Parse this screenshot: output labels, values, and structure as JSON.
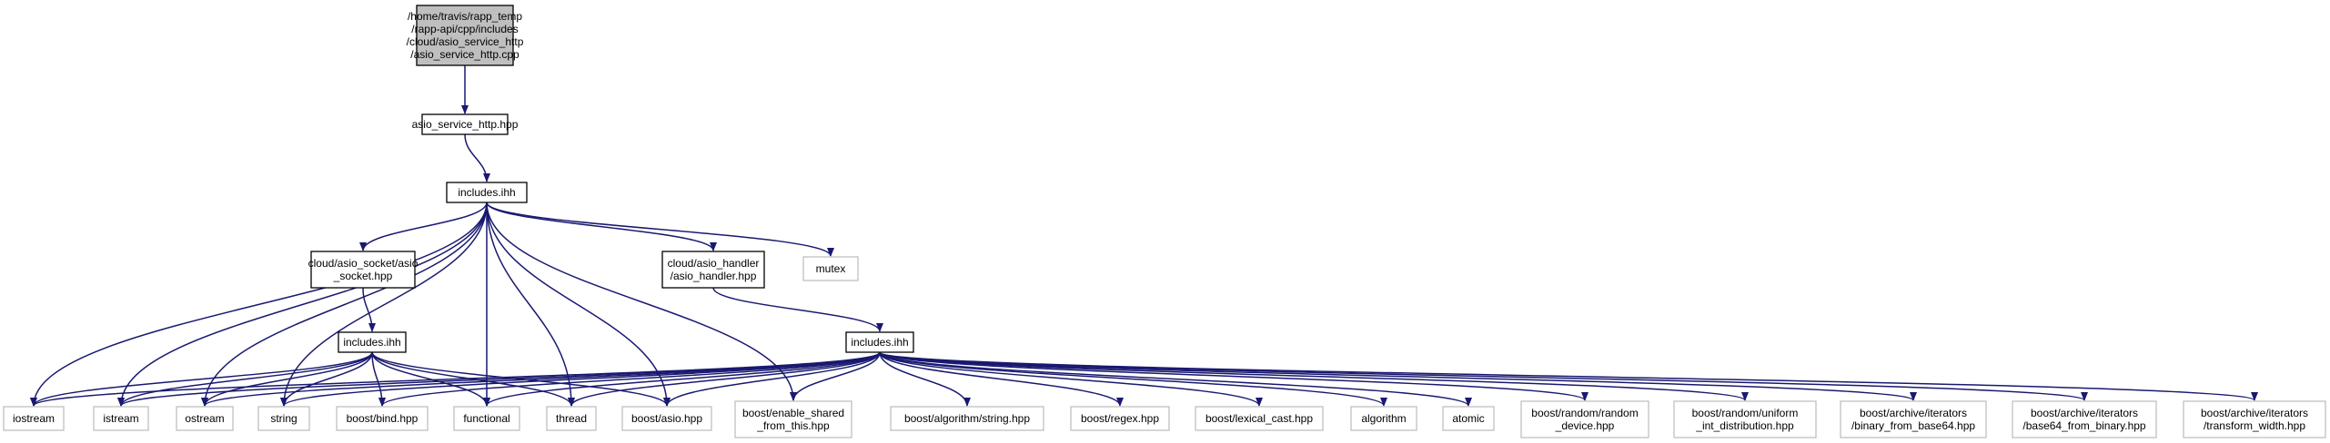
{
  "nodes": [
    {
      "id": "root",
      "lines": [
        "/home/travis/rapp_temp",
        "/rapp-api/cpp/includes",
        "/cloud/asio_service_http",
        "/asio_service_http.cpp"
      ],
      "fill": "#bfbfbf",
      "style": "main"
    },
    {
      "id": "hpp",
      "lines": [
        "asio_service_http.hpp"
      ],
      "fill": "#ffffff",
      "style": "main"
    },
    {
      "id": "inc1",
      "lines": [
        "includes.ihh"
      ],
      "fill": "#ffffff",
      "style": "main"
    },
    {
      "id": "sock",
      "lines": [
        "cloud/asio_socket/asio",
        "_socket.hpp"
      ],
      "fill": "#ffffff",
      "style": "main"
    },
    {
      "id": "handler",
      "lines": [
        "cloud/asio_handler",
        "/asio_handler.hpp"
      ],
      "fill": "#ffffff",
      "style": "main"
    },
    {
      "id": "mutex",
      "lines": [
        "mutex"
      ],
      "fill": "#ffffff",
      "style": "ext"
    },
    {
      "id": "inc2",
      "lines": [
        "includes.ihh"
      ],
      "fill": "#ffffff",
      "style": "main"
    },
    {
      "id": "inc3",
      "lines": [
        "includes.ihh"
      ],
      "fill": "#ffffff",
      "style": "main"
    },
    {
      "id": "iostream",
      "lines": [
        "iostream"
      ],
      "fill": "#ffffff",
      "style": "ext"
    },
    {
      "id": "istream",
      "lines": [
        "istream"
      ],
      "fill": "#ffffff",
      "style": "ext"
    },
    {
      "id": "ostream",
      "lines": [
        "ostream"
      ],
      "fill": "#ffffff",
      "style": "ext"
    },
    {
      "id": "string",
      "lines": [
        "string"
      ],
      "fill": "#ffffff",
      "style": "ext"
    },
    {
      "id": "bind",
      "lines": [
        "boost/bind.hpp"
      ],
      "fill": "#ffffff",
      "style": "ext"
    },
    {
      "id": "functional",
      "lines": [
        "functional"
      ],
      "fill": "#ffffff",
      "style": "ext"
    },
    {
      "id": "thread",
      "lines": [
        "thread"
      ],
      "fill": "#ffffff",
      "style": "ext"
    },
    {
      "id": "asio",
      "lines": [
        "boost/asio.hpp"
      ],
      "fill": "#ffffff",
      "style": "ext"
    },
    {
      "id": "esft",
      "lines": [
        "boost/enable_shared",
        "_from_this.hpp"
      ],
      "fill": "#ffffff",
      "style": "ext"
    },
    {
      "id": "algstr",
      "lines": [
        "boost/algorithm/string.hpp"
      ],
      "fill": "#ffffff",
      "style": "ext"
    },
    {
      "id": "regex",
      "lines": [
        "boost/regex.hpp"
      ],
      "fill": "#ffffff",
      "style": "ext"
    },
    {
      "id": "lexcast",
      "lines": [
        "boost/lexical_cast.hpp"
      ],
      "fill": "#ffffff",
      "style": "ext"
    },
    {
      "id": "algorithm",
      "lines": [
        "algorithm"
      ],
      "fill": "#ffffff",
      "style": "ext"
    },
    {
      "id": "atomic",
      "lines": [
        "atomic"
      ],
      "fill": "#ffffff",
      "style": "ext"
    },
    {
      "id": "randdev",
      "lines": [
        "boost/random/random",
        "_device.hpp"
      ],
      "fill": "#ffffff",
      "style": "ext"
    },
    {
      "id": "uniform",
      "lines": [
        "boost/random/uniform",
        "_int_distribution.hpp"
      ],
      "fill": "#ffffff",
      "style": "ext"
    },
    {
      "id": "binb64",
      "lines": [
        "boost/archive/iterators",
        "/binary_from_base64.hpp"
      ],
      "fill": "#ffffff",
      "style": "ext"
    },
    {
      "id": "b64bin",
      "lines": [
        "boost/archive/iterators",
        "/base64_from_binary.hpp"
      ],
      "fill": "#ffffff",
      "style": "ext"
    },
    {
      "id": "transw",
      "lines": [
        "boost/archive/iterators",
        "/transform_width.hpp"
      ],
      "fill": "#ffffff",
      "style": "ext"
    }
  ],
  "edges": [
    [
      "root",
      "hpp"
    ],
    [
      "hpp",
      "inc1"
    ],
    [
      "inc1",
      "sock"
    ],
    [
      "inc1",
      "handler"
    ],
    [
      "inc1",
      "mutex"
    ],
    [
      "inc1",
      "iostream"
    ],
    [
      "inc1",
      "istream"
    ],
    [
      "inc1",
      "ostream"
    ],
    [
      "inc1",
      "string"
    ],
    [
      "inc1",
      "functional"
    ],
    [
      "inc1",
      "thread"
    ],
    [
      "inc1",
      "asio"
    ],
    [
      "inc1",
      "esft"
    ],
    [
      "sock",
      "inc2"
    ],
    [
      "handler",
      "inc3"
    ],
    [
      "inc2",
      "iostream"
    ],
    [
      "inc2",
      "istream"
    ],
    [
      "inc2",
      "ostream"
    ],
    [
      "inc2",
      "string"
    ],
    [
      "inc2",
      "bind"
    ],
    [
      "inc2",
      "functional"
    ],
    [
      "inc2",
      "thread"
    ],
    [
      "inc2",
      "asio"
    ],
    [
      "inc3",
      "iostream"
    ],
    [
      "inc3",
      "istream"
    ],
    [
      "inc3",
      "ostream"
    ],
    [
      "inc3",
      "string"
    ],
    [
      "inc3",
      "bind"
    ],
    [
      "inc3",
      "functional"
    ],
    [
      "inc3",
      "thread"
    ],
    [
      "inc3",
      "asio"
    ],
    [
      "inc3",
      "esft"
    ],
    [
      "inc3",
      "algstr"
    ],
    [
      "inc3",
      "regex"
    ],
    [
      "inc3",
      "lexcast"
    ],
    [
      "inc3",
      "algorithm"
    ],
    [
      "inc3",
      "atomic"
    ],
    [
      "inc3",
      "randdev"
    ],
    [
      "inc3",
      "uniform"
    ],
    [
      "inc3",
      "binb64"
    ],
    [
      "inc3",
      "b64bin"
    ],
    [
      "inc3",
      "transw"
    ]
  ]
}
